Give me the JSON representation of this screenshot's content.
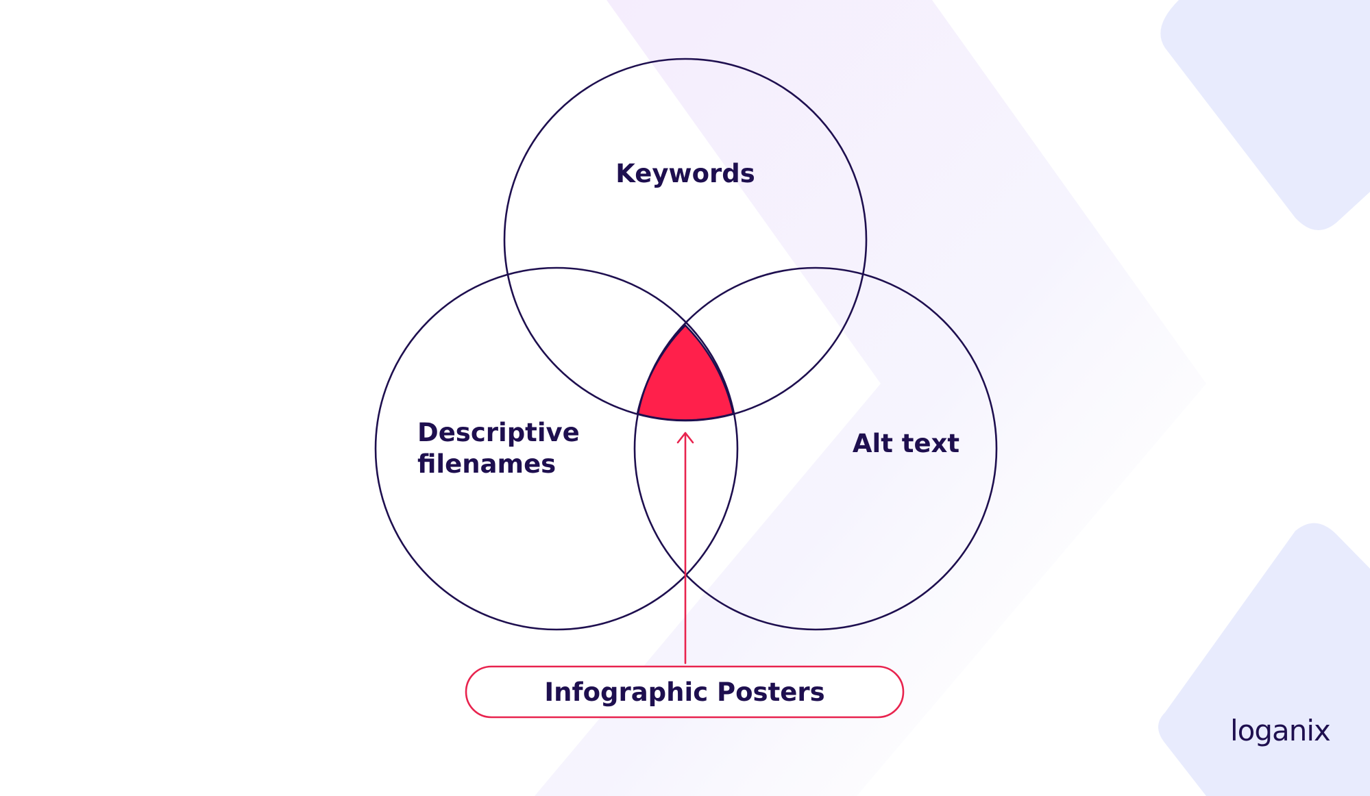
{
  "diagram": {
    "circles": [
      {
        "id": "top",
        "label_lines": [
          "Keywords"
        ]
      },
      {
        "id": "left",
        "label_lines": [
          "Descriptive",
          "filenames"
        ]
      },
      {
        "id": "right",
        "label_lines": [
          "Alt text"
        ]
      }
    ],
    "callout": {
      "label": "Infographic Posters"
    }
  },
  "brand": {
    "logo_text": "loganix"
  },
  "colors": {
    "outline": "#1e0f4f",
    "intersection": "#ff204b",
    "callout": "#e8234e",
    "decor_light": "#e8ebfd",
    "decor_pink": "#f7efff"
  }
}
